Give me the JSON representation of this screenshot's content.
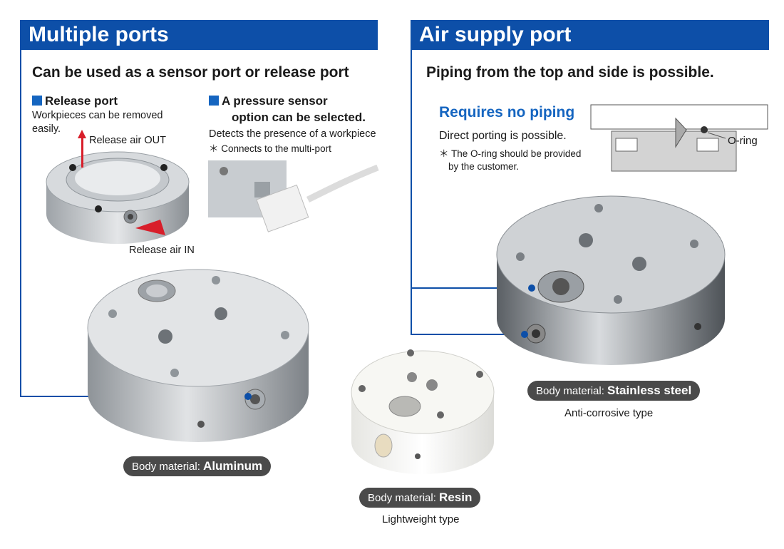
{
  "left": {
    "header": "Multiple ports",
    "subheading": "Can be used as a sensor port or release port",
    "release": {
      "title": "Release port",
      "desc": "Workpieces can be removed easily.",
      "air_out": "Release air OUT",
      "air_in": "Release air IN"
    },
    "sensor": {
      "title_line1": "A pressure sensor",
      "title_line2": "option can be selected.",
      "desc": "Detects the presence of a workpiece",
      "note": "＊ Connects to the multi-port"
    },
    "aluminum": {
      "label": "Body material: ",
      "value": "Aluminum"
    }
  },
  "right": {
    "header": "Air supply port",
    "subheading": "Piping from the top and side is possible.",
    "no_piping": {
      "title": "Requires no piping",
      "desc": "Direct porting is possible.",
      "note_line1": "＊ The O-ring should be provided",
      "note_line2": "by the customer."
    },
    "oring_label": "O-ring",
    "stainless": {
      "label": "Body material: ",
      "value": "Stainless steel",
      "caption": "Anti-corrosive type"
    }
  },
  "resin": {
    "label": "Body material: ",
    "value": "Resin",
    "caption": "Lightweight type"
  },
  "colors": {
    "header_blue": "#0d4fa8",
    "accent_blue": "#1565c0",
    "release_arrow_red": "#d81e2a",
    "pill_gray": "#4a4a4a"
  }
}
